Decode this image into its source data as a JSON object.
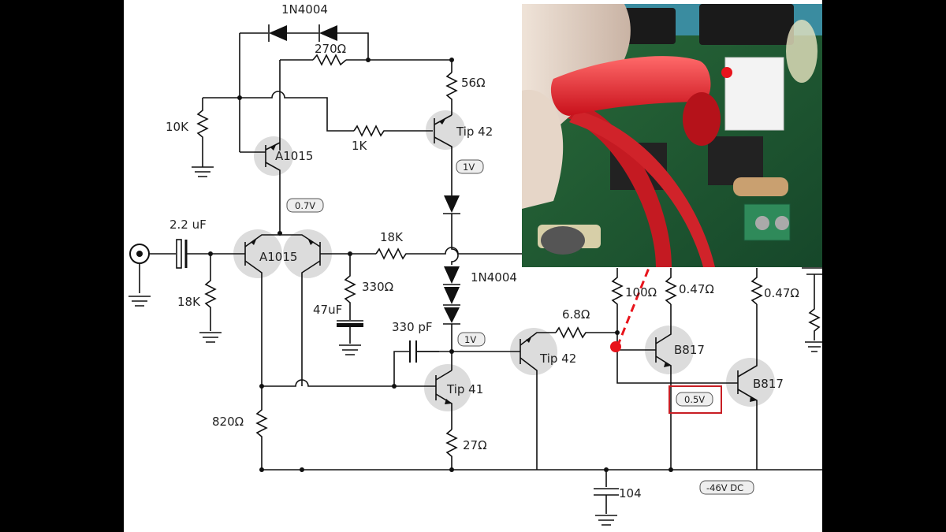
{
  "components": {
    "d_top": "1N4004",
    "r_top": "270Ω",
    "r_56": "56Ω",
    "r_10k": "10K",
    "r_1k": "1K",
    "q_tip42_top": "Tip 42",
    "q_a1015_top": "A1015",
    "c_in": "2.2 uF",
    "q_a1015_pair": "A1015",
    "r_18k_h": "18K",
    "r_18k_v": "18K",
    "r_330": "330Ω",
    "c_47u": "47uF",
    "d_mid": "1N4004",
    "c_330p": "330 pF",
    "q_tip42_mid": "Tip 42",
    "r_6_8": "6.8Ω",
    "r_100": "100Ω",
    "r_047a": "0.47Ω",
    "r_047b": "0.47Ω",
    "q_b817a": "B817",
    "q_b817b": "B817",
    "q_tip41": "Tip 41",
    "r_820": "820Ω",
    "r_27": "27Ω",
    "c_104": "104"
  },
  "voltages": {
    "v07": "0.7V",
    "v1a": "1V",
    "v1b": "1V",
    "v05": "0.5V",
    "vneg": "-46V DC"
  },
  "colors": {
    "probe_red": "#e8141c",
    "highlight_box": "#c81e24",
    "pcb_green": "#1d5a2c",
    "transistor_halo": "#dcdcdc"
  }
}
